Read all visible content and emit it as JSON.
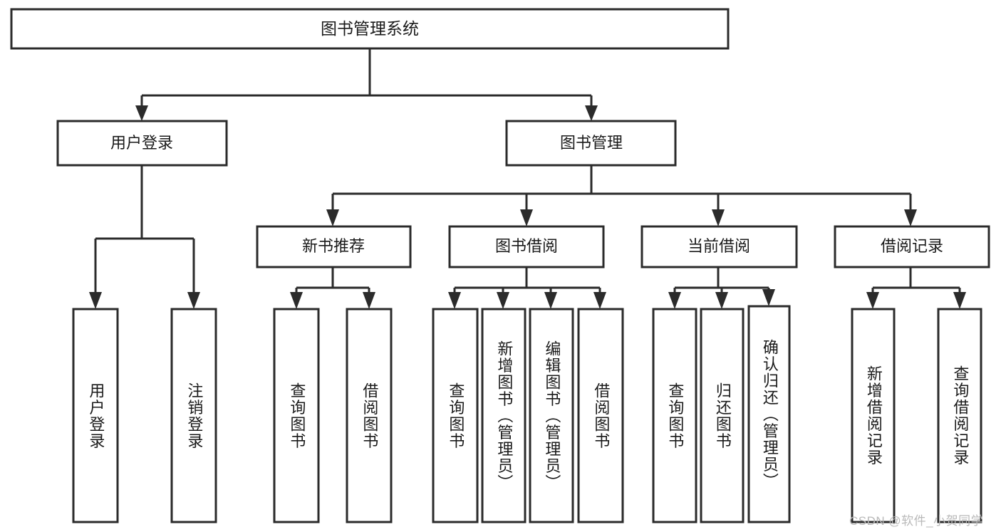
{
  "diagram": {
    "title": "图书管理系统",
    "watermark": "CSDN @软件_小贺同学",
    "colors": {
      "stroke": "#2b2b2b",
      "fill": "#ffffff",
      "text": "#1a1a1a",
      "watermark": "#b9b9b9",
      "background": "#ffffff"
    },
    "root": {
      "label": "图书管理系统"
    },
    "level2": [
      {
        "label": "用户登录"
      },
      {
        "label": "图书管理"
      }
    ],
    "level3": [
      {
        "label": "新书推荐"
      },
      {
        "label": "图书借阅"
      },
      {
        "label": "当前借阅"
      },
      {
        "label": "借阅记录"
      }
    ],
    "leaves": {
      "user_login": [
        {
          "label": "用户登录"
        },
        {
          "label": "注销登录"
        }
      ],
      "new_book": [
        {
          "label": "查询图书"
        },
        {
          "label": "借阅图书"
        }
      ],
      "book_borrow": [
        {
          "label": "查询图书"
        },
        {
          "label": "新增图书（管理员）"
        },
        {
          "label": "编辑图书（管理员）"
        },
        {
          "label": "借阅图书"
        }
      ],
      "current_borrow": [
        {
          "label": "查询图书"
        },
        {
          "label": "归还图书"
        },
        {
          "label": "确认归还（管理员）"
        }
      ],
      "borrow_record": [
        {
          "label": "新增借阅记录"
        },
        {
          "label": "查询借阅记录"
        }
      ]
    }
  }
}
